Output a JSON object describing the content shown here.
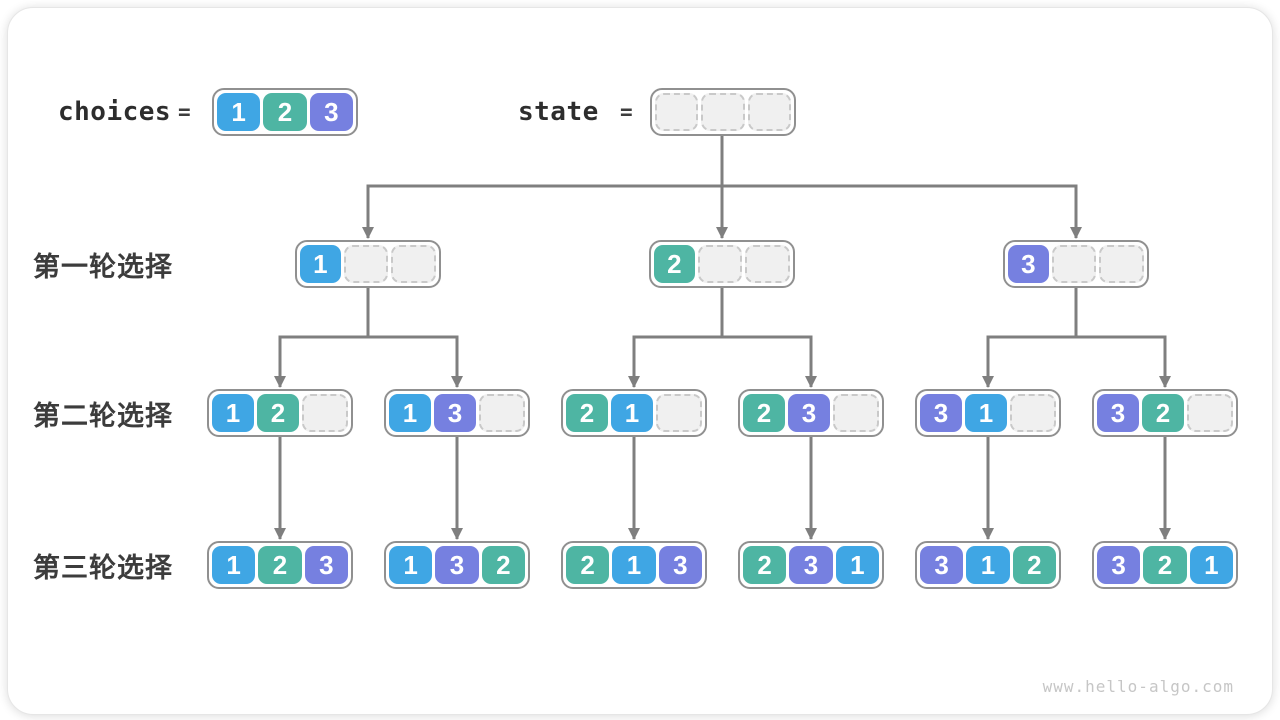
{
  "header": {
    "choices_label": "choices",
    "choices_equals": "=",
    "state_label": "state",
    "state_equals": "="
  },
  "round_labels": [
    "第一轮选择",
    "第二轮选择",
    "第三轮选择"
  ],
  "nodes": {
    "choices": [
      1,
      2,
      3
    ],
    "state": [
      null,
      null,
      null
    ],
    "round1": [
      [
        1,
        null,
        null
      ],
      [
        2,
        null,
        null
      ],
      [
        3,
        null,
        null
      ]
    ],
    "round2": [
      [
        1,
        2,
        null
      ],
      [
        1,
        3,
        null
      ],
      [
        2,
        1,
        null
      ],
      [
        2,
        3,
        null
      ],
      [
        3,
        1,
        null
      ],
      [
        3,
        2,
        null
      ]
    ],
    "round3": [
      [
        1,
        2,
        3
      ],
      [
        1,
        3,
        2
      ],
      [
        2,
        1,
        3
      ],
      [
        2,
        3,
        1
      ],
      [
        3,
        1,
        2
      ],
      [
        3,
        2,
        1
      ]
    ]
  },
  "colors": {
    "choice_1": "#3fa6e4",
    "choice_2": "#4eb5a3",
    "choice_3": "#7680e0",
    "connector": "#7f7f7f",
    "node_border": "#909090",
    "empty_slot_fill": "#f0f0f0",
    "empty_slot_border": "#c9c9c9"
  },
  "watermark": "www.hello-algo.com"
}
